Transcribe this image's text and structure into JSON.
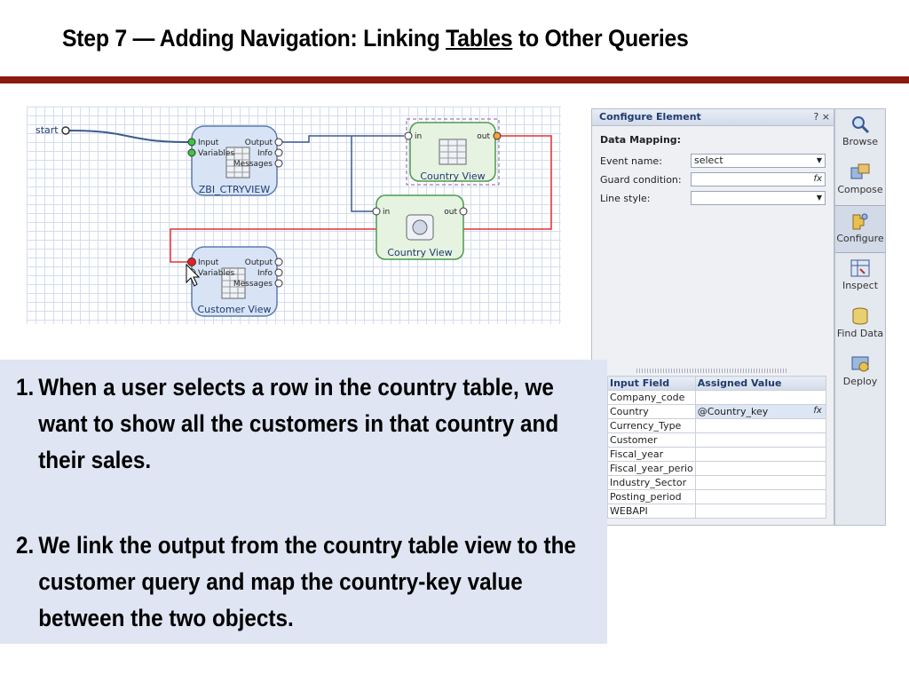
{
  "slide": {
    "title_pre": "Step 7 — Adding Navigation: Linking ",
    "title_u": "Tables",
    "title_post": " to Other Queries"
  },
  "diagram": {
    "start_label": "start",
    "query1": {
      "name": "ZBI_CTRYVIEW",
      "in_ports": [
        "Input",
        "Variables"
      ],
      "out_ports": [
        "Output",
        "Info",
        "Messages"
      ]
    },
    "view1": {
      "name": "Country View",
      "in_port": "in",
      "out_port": "out"
    },
    "view2": {
      "name": "Country View",
      "in_port": "in",
      "out_port": "out"
    },
    "query2": {
      "name": "Customer View",
      "in_ports": [
        "Input",
        "Variables"
      ],
      "out_ports": [
        "Output",
        "Info",
        "Messages"
      ]
    }
  },
  "panel": {
    "title": "Configure Element",
    "controls": "? ×",
    "section": "Data Mapping:",
    "fields": [
      {
        "label": "Event name:",
        "value": "select",
        "kind": "dropdown"
      },
      {
        "label": "Guard condition:",
        "value": "",
        "kind": "formula"
      },
      {
        "label": "Line style:",
        "value": "",
        "kind": "dropdown"
      }
    ],
    "table": {
      "headers": [
        "Input Field",
        "Assigned Value"
      ],
      "rows": [
        {
          "type": "T",
          "field": "Company_code",
          "value": ""
        },
        {
          "type": "T",
          "field": "Country",
          "value": "@Country_key"
        },
        {
          "type": "T",
          "field": "Currency_Type",
          "value": ""
        },
        {
          "type": "T",
          "field": "Customer",
          "value": ""
        },
        {
          "type": "T",
          "field": "Fiscal_year",
          "value": ""
        },
        {
          "type": "T",
          "field": "Fiscal_year_perio",
          "value": ""
        },
        {
          "type": "T",
          "field": "Industry_Sector",
          "value": ""
        },
        {
          "type": "T",
          "field": "Posting_period",
          "value": ""
        },
        {
          "type": "T",
          "field": "WEBAPI",
          "value": ""
        }
      ]
    }
  },
  "sidebar": {
    "items": [
      {
        "label": "Browse",
        "icon": "browse-icon"
      },
      {
        "label": "Compose",
        "icon": "compose-icon"
      },
      {
        "label": "Configure",
        "icon": "configure-icon"
      },
      {
        "label": "Inspect",
        "icon": "inspect-icon"
      },
      {
        "label": "Find Data",
        "icon": "find-data-icon"
      },
      {
        "label": "Deploy",
        "icon": "deploy-icon"
      }
    ]
  },
  "bullets": [
    {
      "num": "1.",
      "text": "When a user selects a row in the country table, we want to show all the customers in that country and their sales."
    },
    {
      "num": "2.",
      "text": "We link the output from the country table view to the customer query and map the country-key value between the two objects."
    }
  ],
  "colors": {
    "accent_rule": "#8b1a12",
    "text_box": "#dfe5f2",
    "link_red": "#e53030",
    "link_blue": "#3b5b8e"
  }
}
